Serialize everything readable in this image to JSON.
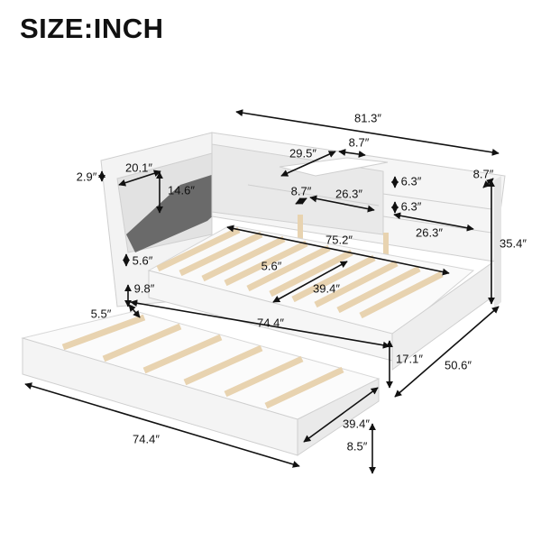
{
  "title": "SIZE:INCH",
  "colors": {
    "frame": "#f4f4f4",
    "frame_edge": "#c9c9c9",
    "slat": "#e8d3b0",
    "cushion": "#6a6a6a",
    "arrow": "#111111"
  },
  "dimensions": {
    "overall_length": "81.3″",
    "shelf_top_length": "29.5″",
    "shelf_top_depth": "8.7″",
    "headboard_top_height": "2.9″",
    "cushion_width": "20.1″",
    "cushion_height": "14.6″",
    "shelf_mid_depth": "8.7″",
    "shelf_mid_length": "26.3″",
    "shelf_gap_upper": "6.3″",
    "shelf_gap_lower": "6.3″",
    "side_depth": "8.7″",
    "shelf_right_length": "26.3″",
    "overall_height": "35.4″",
    "mattress_length": "75.2″",
    "rail_gap_left": "5.6″",
    "rail_gap_mid": "5.6″",
    "mattress_width": "39.4″",
    "rail_height": "9.8″",
    "trundle_offset": "5.5″",
    "bed_inner_length": "74.4″",
    "bed_clearance": "17.1″",
    "overall_width": "50.6″",
    "trundle_length": "74.4″",
    "trundle_width": "39.4″",
    "trundle_height": "8.5″"
  }
}
